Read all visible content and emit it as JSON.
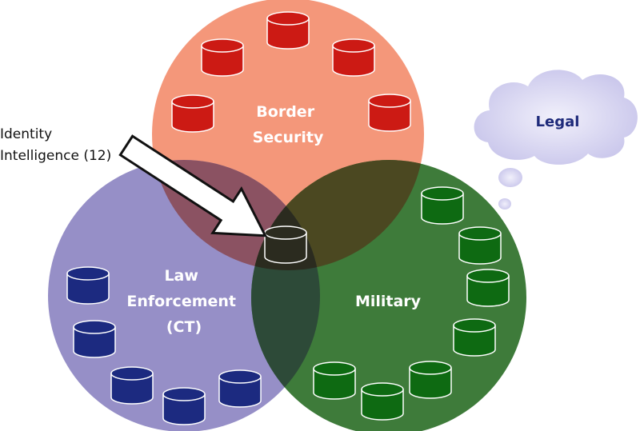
{
  "circles": {
    "border_security": {
      "label_lines": [
        "Border",
        "Security"
      ],
      "color": "#f4977a",
      "cylinder_color": "#cc1a14",
      "cylinder_count": 5
    },
    "law_enforcement": {
      "label_lines": [
        "Law",
        "Enforcement",
        "(CT)"
      ],
      "color": "#968fc7",
      "cylinder_color": "#1c2a80",
      "cylinder_count": 5
    },
    "military": {
      "label_lines": [
        "Military"
      ],
      "color": "#3e7b3a",
      "cylinder_color": "#0e6a12",
      "cylinder_count": 7
    }
  },
  "overlaps": {
    "border_law": "#8b5262",
    "border_military": "#4b4821",
    "law_military": "#2d4a38",
    "all_three": "#2b2b1f"
  },
  "callout": {
    "lines": [
      "Identity",
      "Intelligence (12)"
    ]
  },
  "thought_cloud": {
    "label": "Legal",
    "color": "#cfcdf0"
  }
}
